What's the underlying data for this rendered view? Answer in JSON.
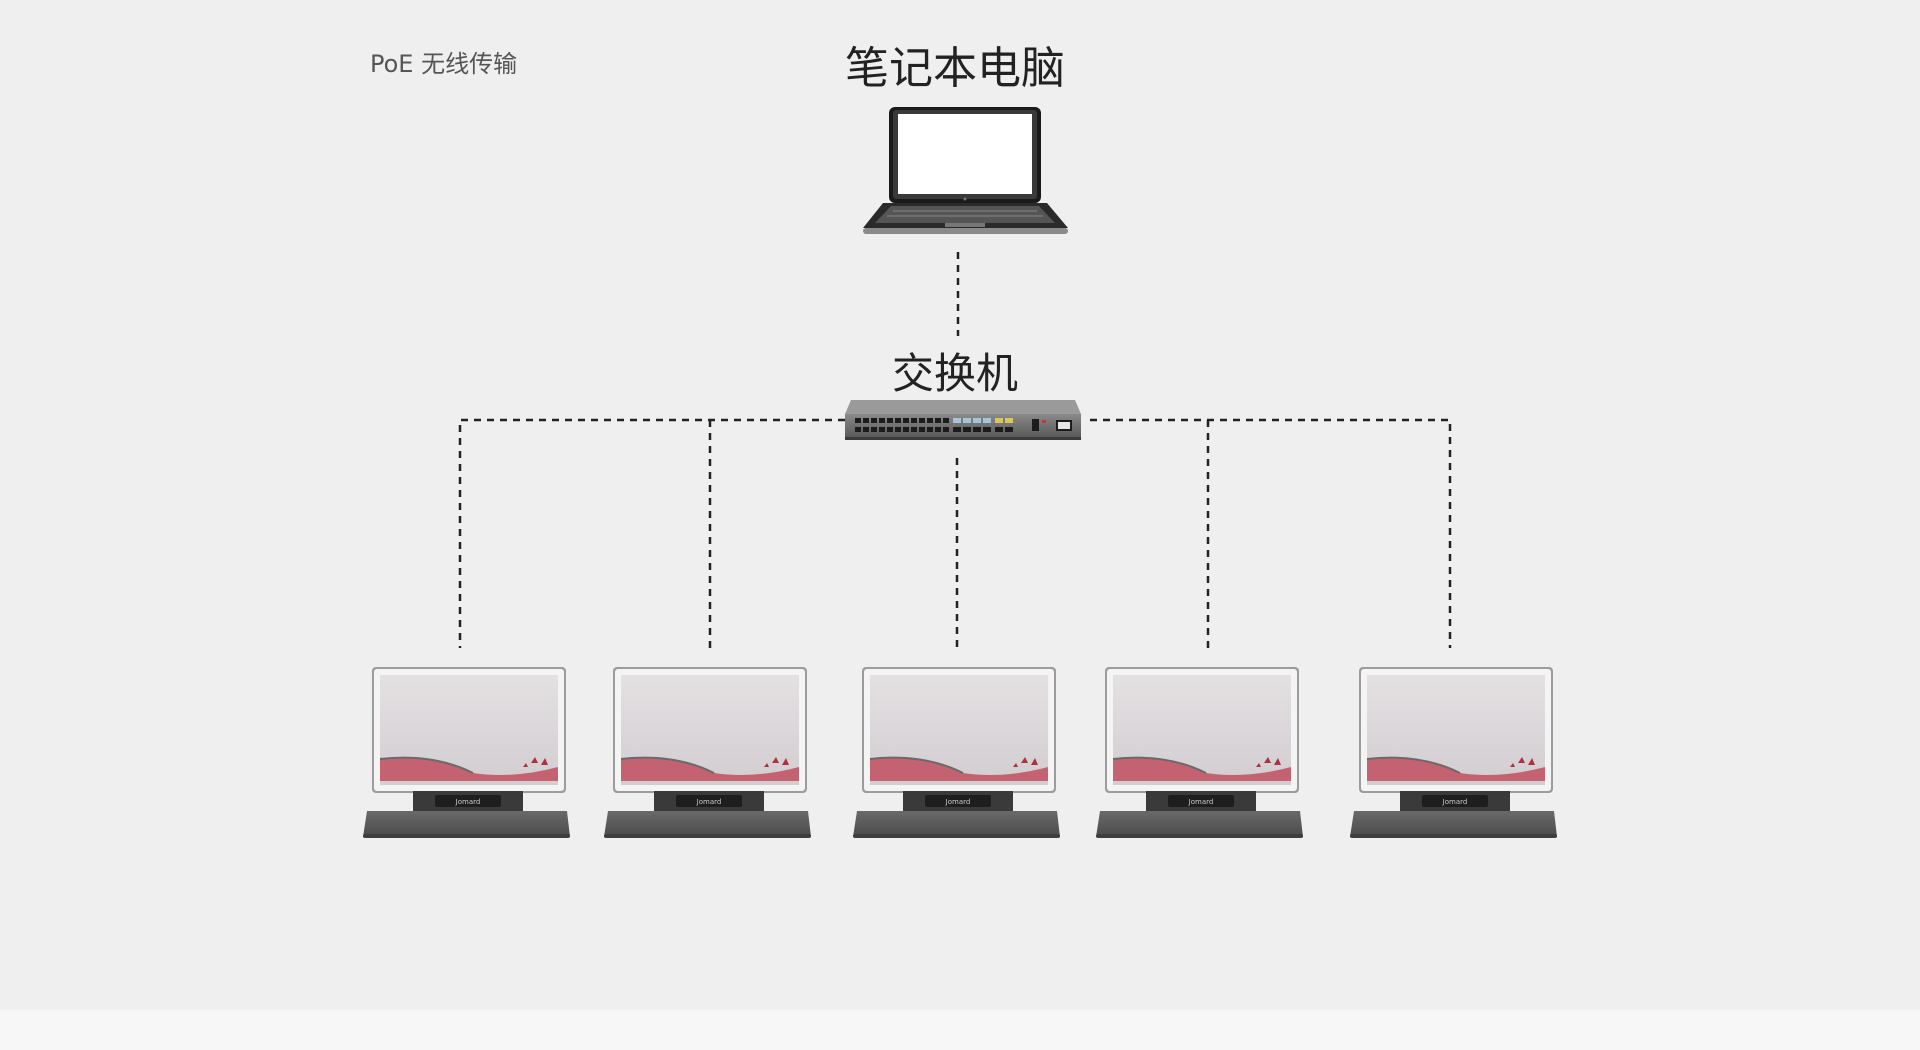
{
  "title": "PoE 无线传输",
  "laptop": {
    "label": "笔记本电脑"
  },
  "switch": {
    "label": "交换机"
  },
  "terminals": [
    {
      "brand": "Jomard"
    },
    {
      "brand": "Jomard"
    },
    {
      "brand": "Jomard"
    },
    {
      "brand": "Jomard"
    },
    {
      "brand": "Jomard"
    }
  ],
  "colors": {
    "background": "#efefef",
    "line": "#222222",
    "accent": "#c0606e"
  }
}
